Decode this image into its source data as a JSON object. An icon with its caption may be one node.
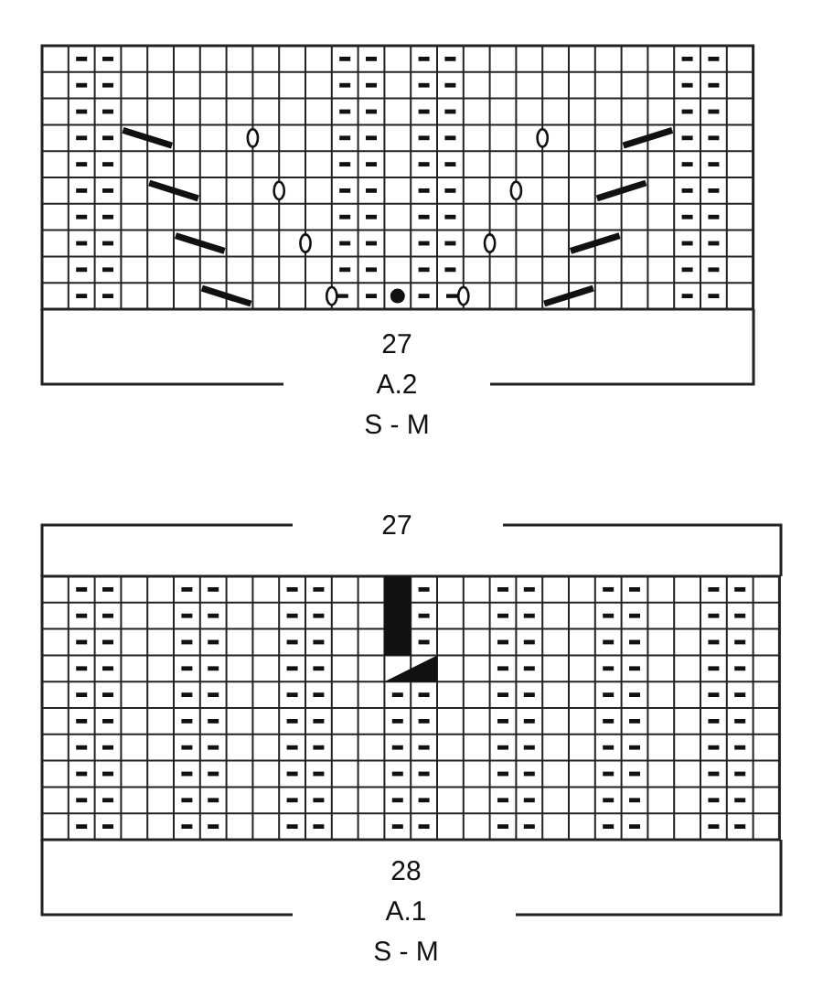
{
  "diagram": {
    "labels": [
      "27",
      "A.2",
      "S - M",
      "27",
      "28",
      "A.1",
      "S - M"
    ]
  }
}
